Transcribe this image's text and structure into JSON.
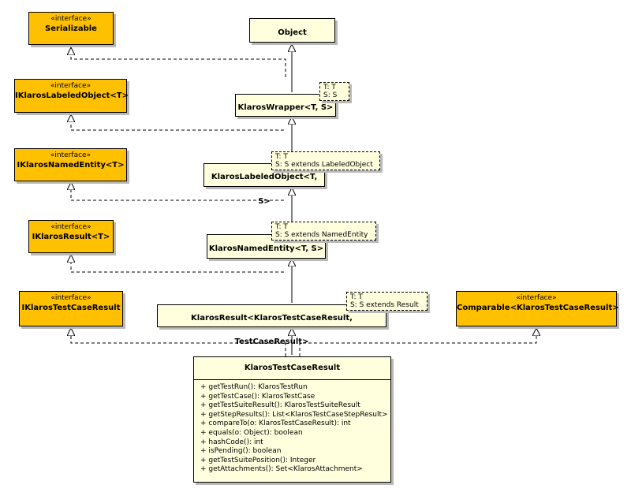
{
  "root": {
    "name": "Object"
  },
  "interfaces": [
    {
      "stereotype": "«interface»",
      "name": "Serializable"
    },
    {
      "stereotype": "«interface»",
      "name": "IKlarosLabeledObject<T>"
    },
    {
      "stereotype": "«interface»",
      "name": "IKlarosNamedEntity<T>"
    },
    {
      "stereotype": "«interface»",
      "name": "IKlarosResult<T>"
    },
    {
      "stereotype": "«interface»",
      "name": "IKlarosTestCaseResult"
    },
    {
      "stereotype": "«interface»",
      "name": "Comparable<KlarosTestCaseResult>"
    }
  ],
  "classes": [
    {
      "name": "KlarosWrapper<T, S>",
      "type_params": [
        "T: T",
        "S: S"
      ]
    },
    {
      "name": "KlarosLabeledObject<T, S>",
      "type_params": [
        "T: T",
        "S: S extends LabeledObject"
      ]
    },
    {
      "name": "KlarosNamedEntity<T, S>",
      "type_params": [
        "T: T",
        "S: S extends NamedEntity"
      ]
    },
    {
      "name": "KlarosResult<KlarosTestCaseResult, TestCaseResult>",
      "type_params": [
        "T: T",
        "S: S extends Result"
      ]
    }
  ],
  "main_class": {
    "name": "KlarosTestCaseResult",
    "operations": [
      "+ getTestRun(): KlarosTestRun",
      "+ getTestCase(): KlarosTestCase",
      "+ getTestSuiteResult(): KlarosTestSuiteResult",
      "+ getStepResults(): List<KlarosTestCaseStepResult>",
      "+ compareTo(o: KlarosTestCaseResult): int",
      "+ equals(o: Object): boolean",
      "+ hashCode(): int",
      "+ isPending(): boolean",
      "+ getTestSuitePosition(): Integer",
      "+ getAttachments(): Set<KlarosAttachment>"
    ]
  },
  "colors": {
    "interface_fill": "#ffc000",
    "class_fill": "#ffffdd",
    "shadow": "#b9b9b9",
    "line": "#000000"
  }
}
